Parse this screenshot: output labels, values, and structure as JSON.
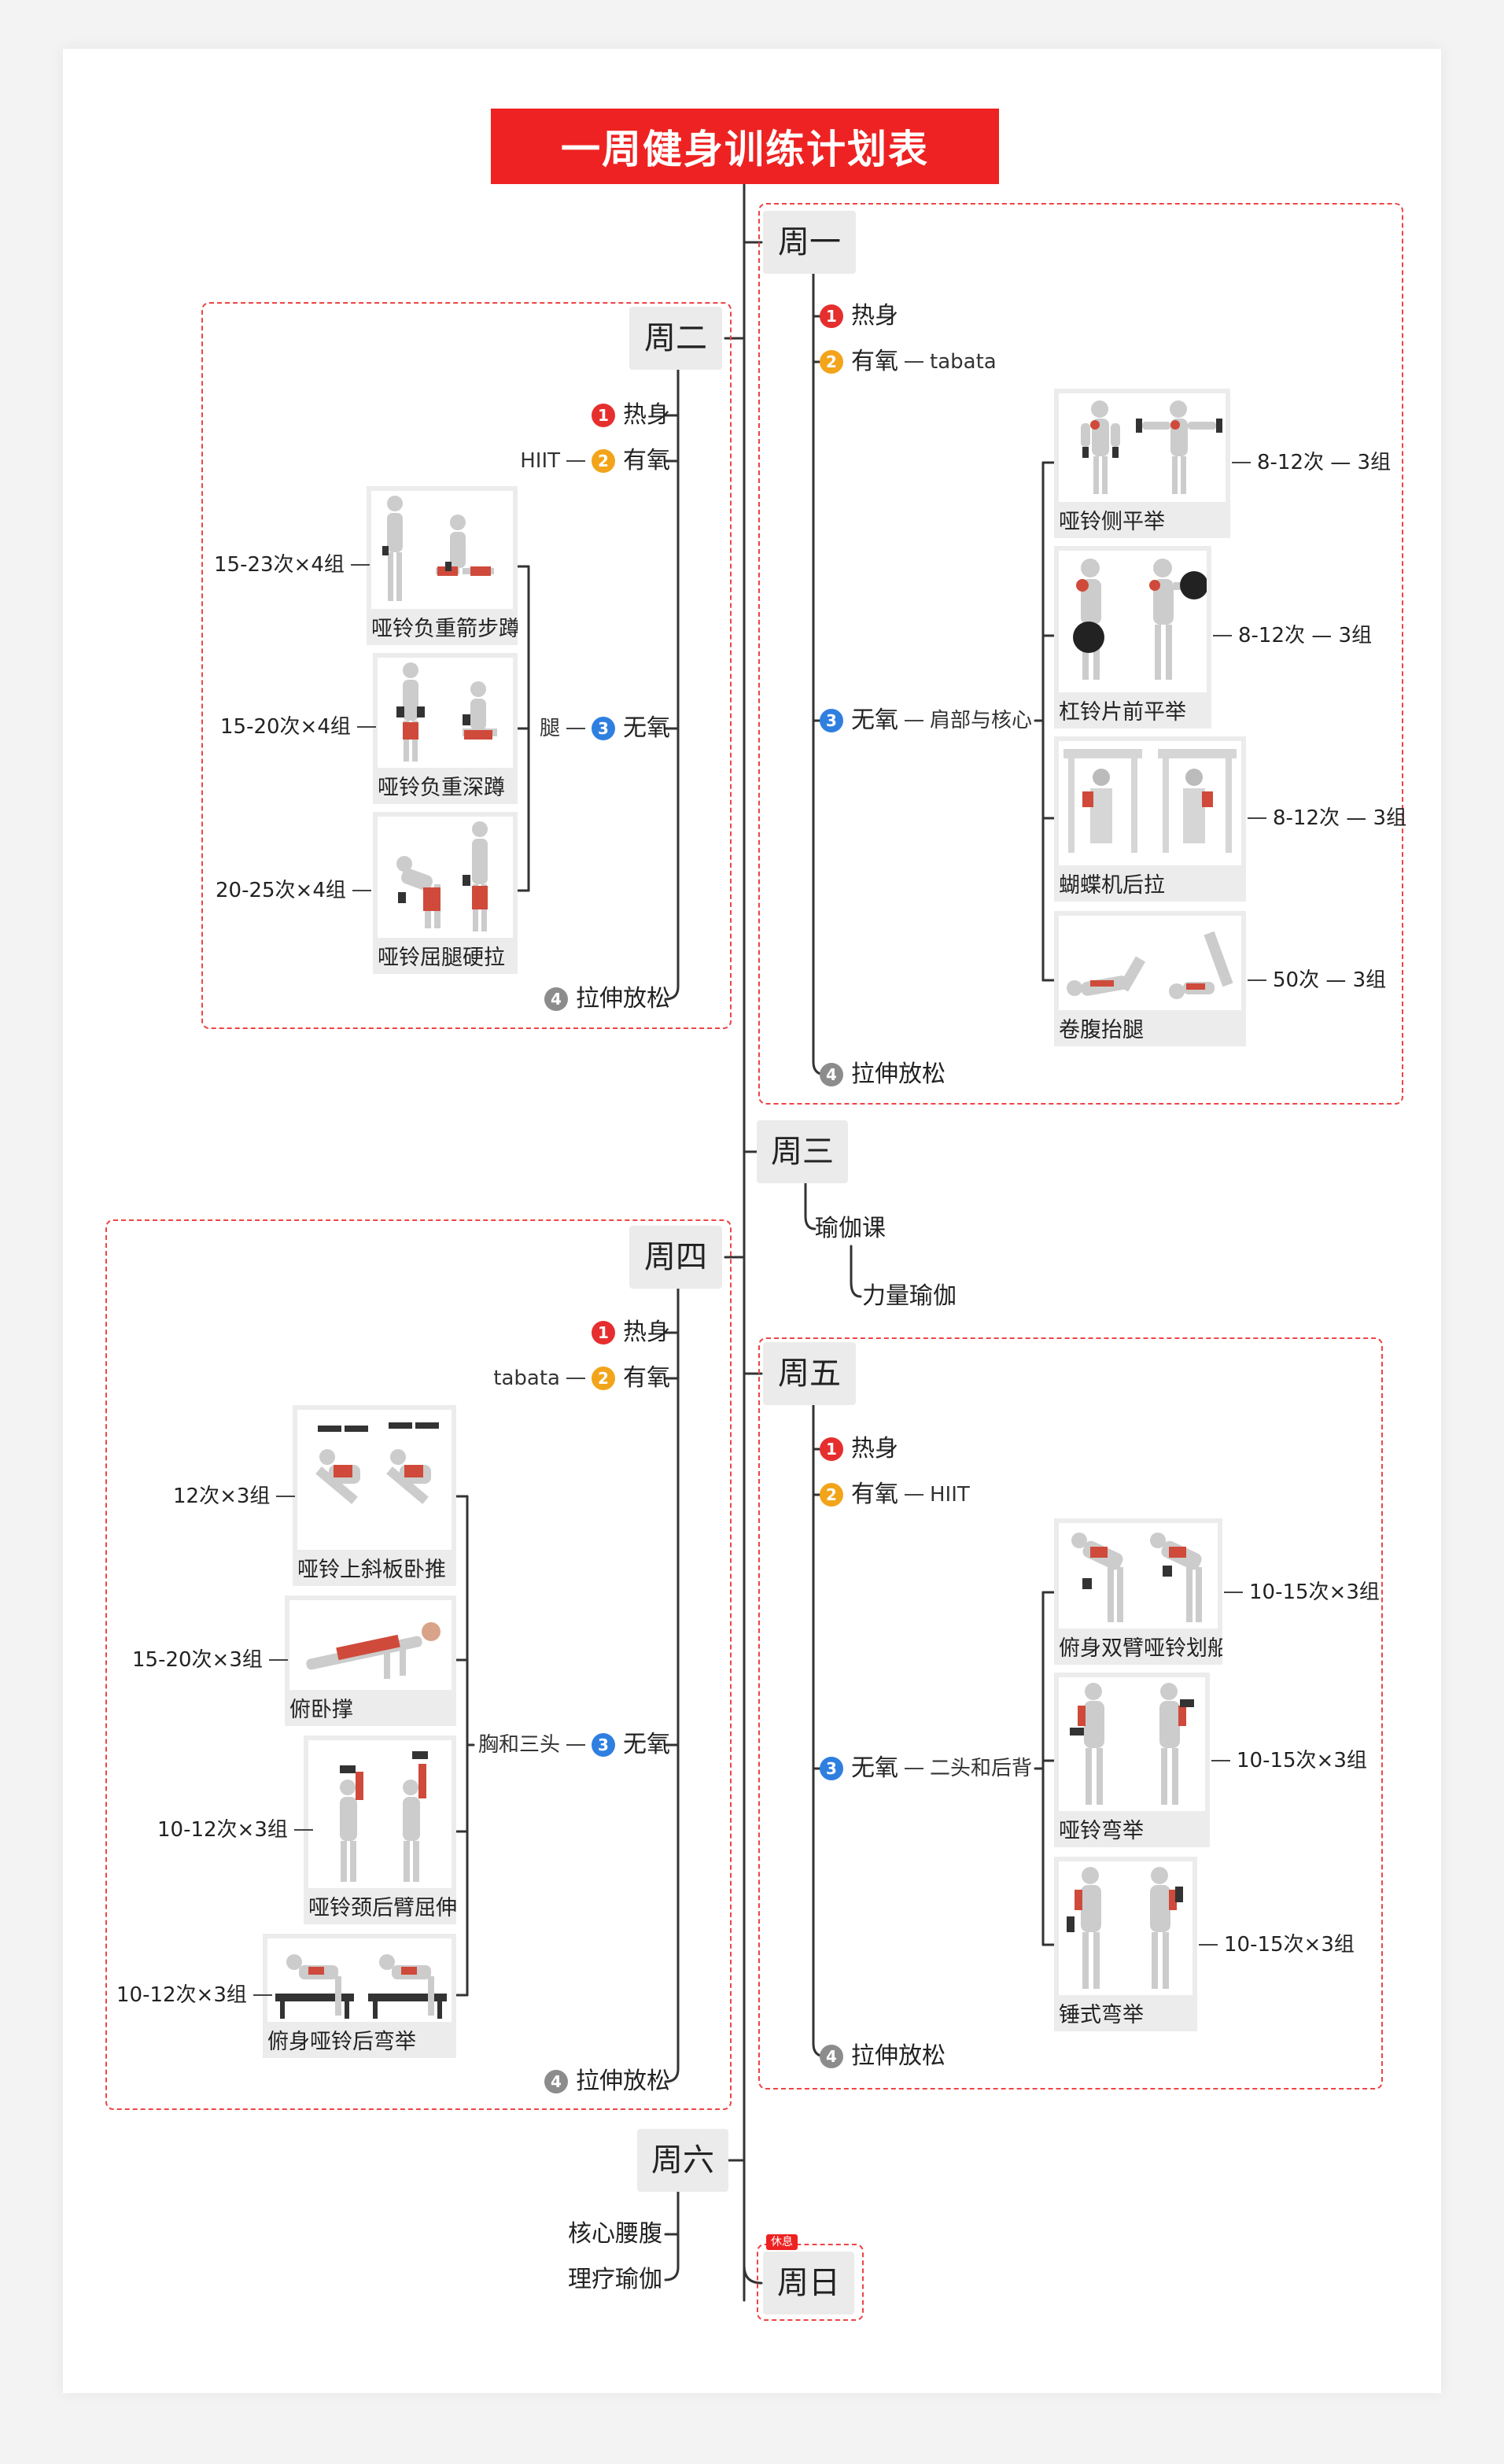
{
  "title": "一周健身训练计划表",
  "colors": {
    "accent": "#ee2222",
    "warm_up": "#e62e2e",
    "cardio": "#f2a41a",
    "strength": "#2f7fe0",
    "stretch": "#8c8c8c"
  },
  "days": {
    "mon": {
      "label": "周一",
      "warmup": "热身",
      "cardio": "有氧",
      "cardio_detail": "tabata",
      "strength": "无氧",
      "strength_detail": "肩部与核心",
      "stretch": "拉伸放松",
      "exercises": [
        {
          "name": "哑铃侧平举",
          "reps": "8-12次 — 3组"
        },
        {
          "name": "杠铃片前平举",
          "reps": "8-12次 — 3组"
        },
        {
          "name": "蝴蝶机后拉",
          "reps": "8-12次 — 3组"
        },
        {
          "name": "卷腹抬腿",
          "reps": "50次 — 3组"
        }
      ]
    },
    "tue": {
      "label": "周二",
      "warmup": "热身",
      "cardio": "有氧",
      "cardio_detail": "HIIT",
      "strength": "无氧",
      "strength_detail": "腿",
      "stretch": "拉伸放松",
      "exercises": [
        {
          "name": "哑铃负重箭步蹲",
          "reps": "15-23次×4组"
        },
        {
          "name": "哑铃负重深蹲",
          "reps": "15-20次×4组"
        },
        {
          "name": "哑铃屈腿硬拉",
          "reps": "20-25次×4组"
        }
      ]
    },
    "wed": {
      "label": "周三",
      "class": "瑜伽课",
      "sub": "力量瑜伽"
    },
    "thu": {
      "label": "周四",
      "warmup": "热身",
      "cardio": "有氧",
      "cardio_detail": "tabata",
      "strength": "无氧",
      "strength_detail": "胸和三头",
      "stretch": "拉伸放松",
      "exercises": [
        {
          "name": "哑铃上斜板卧推",
          "reps": "12次×3组"
        },
        {
          "name": "俯卧撑",
          "reps": "15-20次×3组"
        },
        {
          "name": "哑铃颈后臂屈伸",
          "reps": "10-12次×3组"
        },
        {
          "name": "俯身哑铃后弯举",
          "reps": "10-12次×3组"
        }
      ]
    },
    "fri": {
      "label": "周五",
      "warmup": "热身",
      "cardio": "有氧",
      "cardio_detail": "HIIT",
      "strength": "无氧",
      "strength_detail": "二头和后背",
      "stretch": "拉伸放松",
      "exercises": [
        {
          "name": "俯身双臂哑铃划船",
          "reps": "10-15次×3组"
        },
        {
          "name": "哑铃弯举",
          "reps": "10-15次×3组"
        },
        {
          "name": "锤式弯举",
          "reps": "10-15次×3组"
        }
      ]
    },
    "sat": {
      "label": "周六",
      "items": [
        "核心腰腹",
        "理疗瑜伽"
      ]
    },
    "sun": {
      "label": "周日",
      "badge": "休息"
    }
  },
  "numbers": {
    "one": "1",
    "two": "2",
    "three": "3",
    "four": "4"
  }
}
